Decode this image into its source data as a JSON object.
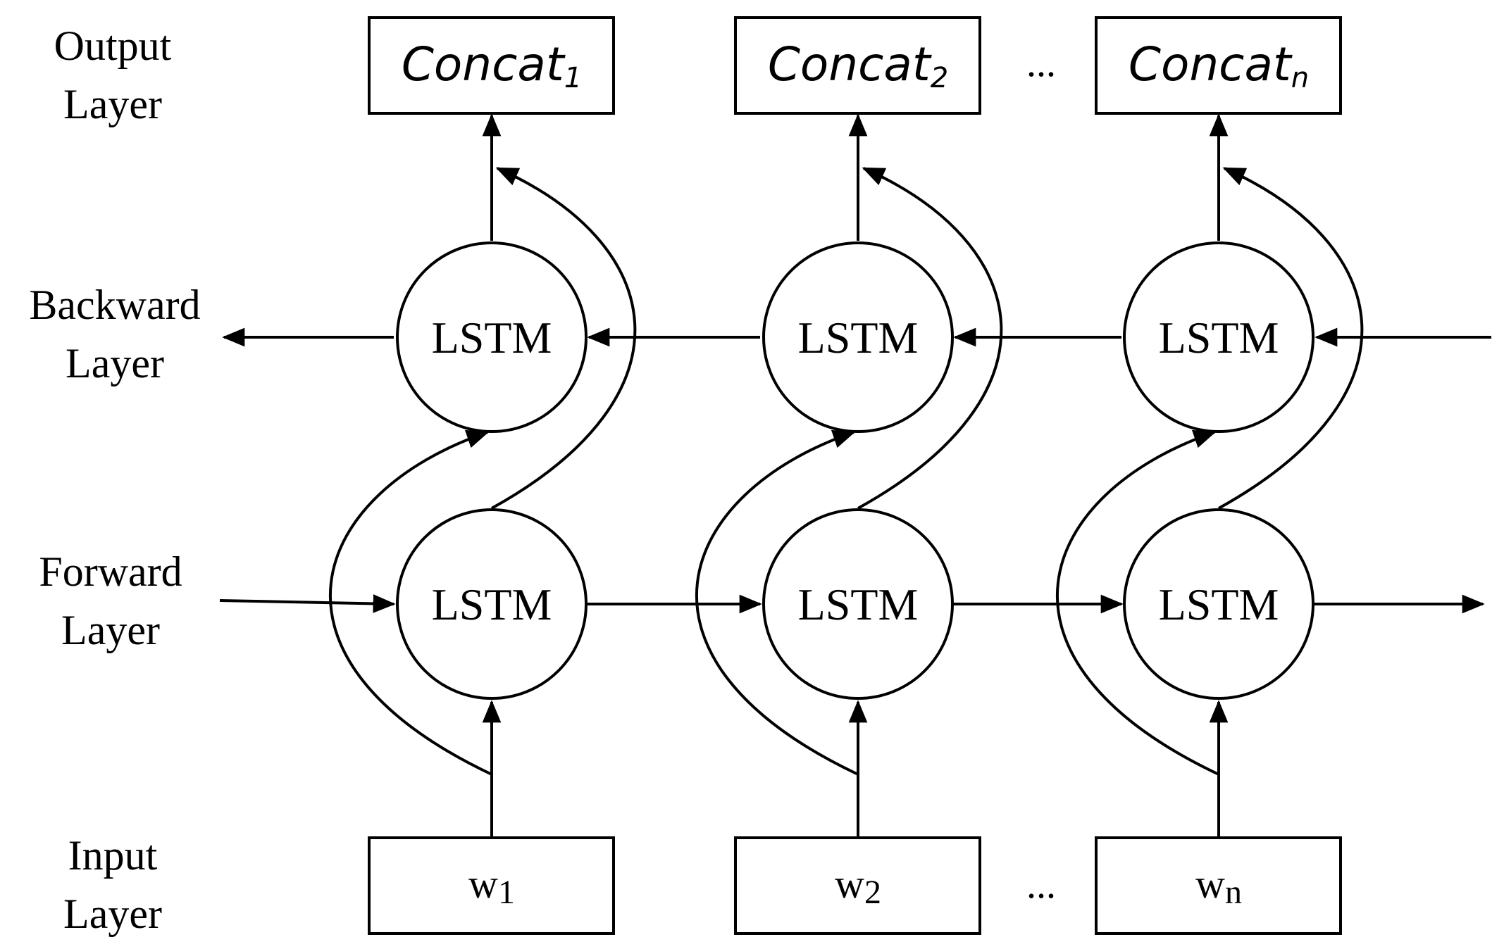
{
  "layer_labels": {
    "output": [
      "Output",
      "Layer"
    ],
    "backward": [
      "Backward",
      "Layer"
    ],
    "forward": [
      "Forward",
      "Layer"
    ],
    "input": [
      "Input",
      "Layer"
    ]
  },
  "cell_label": "LSTM",
  "columns": [
    {
      "concat_base": "Concat",
      "concat_sub": "1",
      "input_base": "w",
      "input_sub": "1"
    },
    {
      "concat_base": "Concat",
      "concat_sub": "2",
      "input_base": "w",
      "input_sub": "2"
    },
    {
      "concat_base": "Concat",
      "concat_sub": "n",
      "input_base": "w",
      "input_sub": "n"
    }
  ],
  "ellipsis": "..."
}
